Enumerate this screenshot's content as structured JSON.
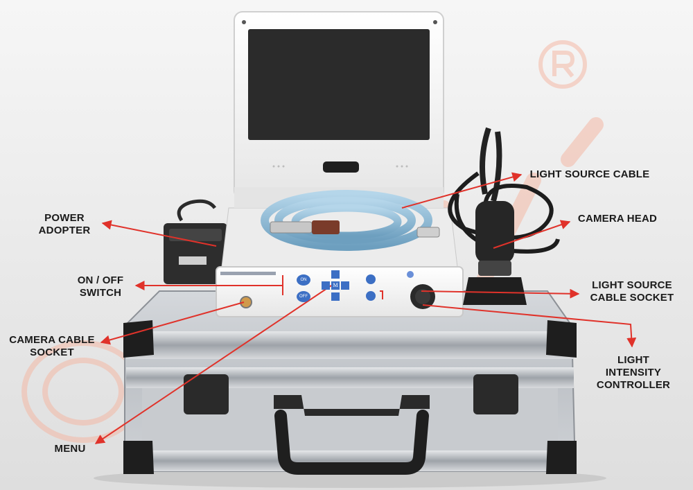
{
  "labels": {
    "power_adopter": [
      "POWER",
      "ADOPTER"
    ],
    "on_off_switch": [
      "ON / OFF",
      "SWITCH"
    ],
    "camera_cable_socket": [
      "CAMERA CABLE",
      "SOCKET"
    ],
    "menu": "MENU",
    "light_source_cable": "LIGHT SOURCE CABLE",
    "camera_head": "CAMERA HEAD",
    "light_source_cable_socket": [
      "LIGHT SOURCE",
      "CABLE SOCKET"
    ],
    "light_intensity_controller": [
      "LIGHT",
      "INTENSITY",
      "CONTROLLER"
    ]
  },
  "device_keys": {
    "on": "ON",
    "off": "OFF",
    "menu": "M"
  },
  "colors": {
    "arrow": "#e0322a",
    "watermark": "#f4b9a6",
    "case_frame": "#a9adb3",
    "case_panel": "#c6c9cd",
    "monitor": "#f7f7f7",
    "screen": "#2b2b2b",
    "cable_blue": "#8fbbd6",
    "key_blue": "#3c6fc4"
  }
}
